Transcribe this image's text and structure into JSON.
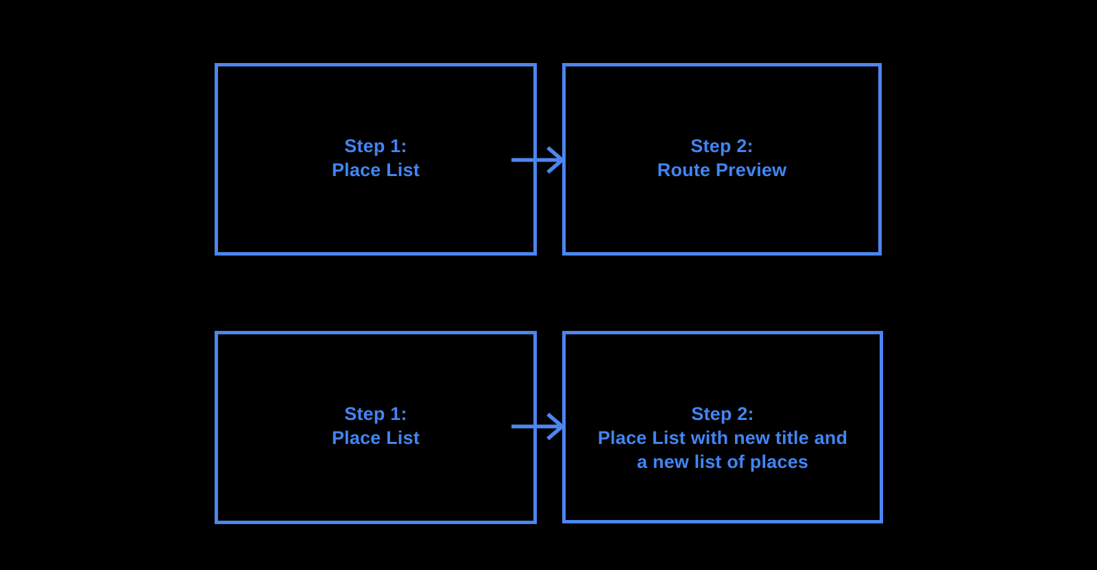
{
  "diagram": {
    "background_color": "#000000",
    "shape_stroke_color": "#4C86F0",
    "text_color": "#4285F4",
    "rows": [
      {
        "from": {
          "lines": [
            "Step 1:",
            "Place List"
          ]
        },
        "connector": "arrow-right",
        "to": {
          "lines": [
            "Step 2:",
            "Route Preview"
          ]
        }
      },
      {
        "from": {
          "lines": [
            "Step 1:",
            "Place List"
          ]
        },
        "connector": "arrow-right",
        "to": {
          "lines": [
            "Step 2:",
            "Place List with new title and",
            "a new list of places"
          ]
        }
      }
    ]
  }
}
